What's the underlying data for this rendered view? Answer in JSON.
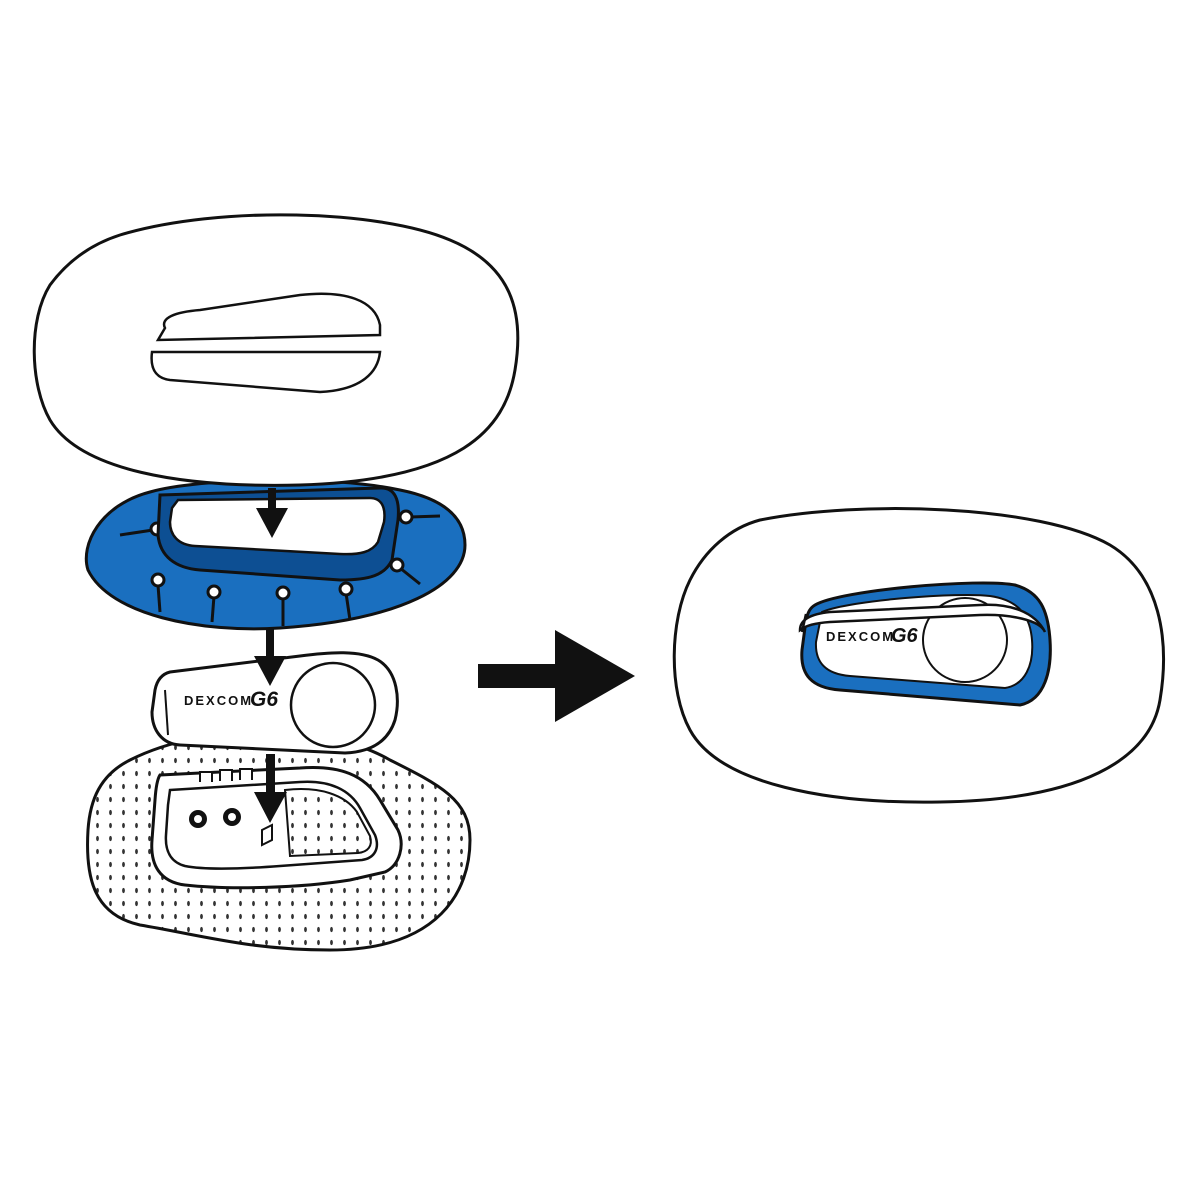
{
  "colors": {
    "line": "#111111",
    "fill": "#ffffff",
    "accent_blue": "#1a6fbf",
    "accent_blue_dark": "#0d4f93",
    "mesh_dot": "#333333"
  },
  "labels": {
    "brand_left": "DEXCOM",
    "brand_model_left": "G6",
    "brand_right": "DEXCOM",
    "brand_model_right": "G6"
  },
  "icons": {
    "assembly_arrows": "arrow-down-icon",
    "result_arrow": "arrow-right-icon"
  }
}
